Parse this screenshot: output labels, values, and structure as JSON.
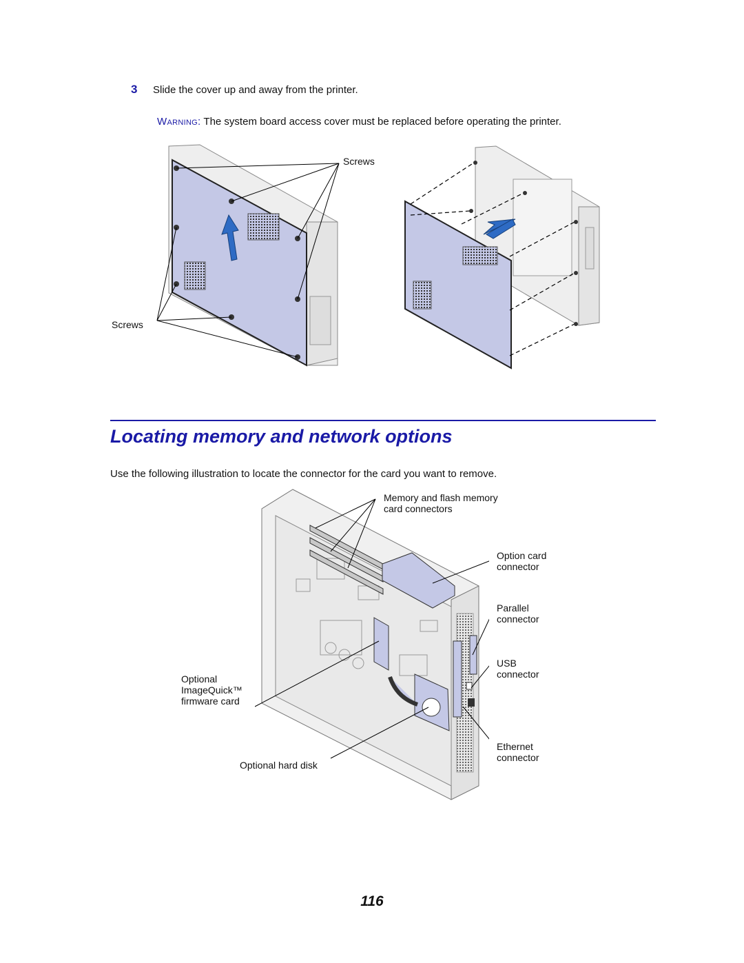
{
  "step": {
    "number": "3",
    "text": "Slide the cover up and away from the printer."
  },
  "warning": {
    "label": "Warning:",
    "text": "The system board access cover must be replaced before operating the printer."
  },
  "figure1": {
    "screws_top_label": "Screws",
    "screws_left_label": "Screws"
  },
  "section": {
    "heading": "Locating memory and network options",
    "intro": "Use the following illustration to locate the connector for the card you want to remove."
  },
  "figure2": {
    "memory_label_1": "Memory and flash memory",
    "memory_label_2": "card connectors",
    "option_card_1": "Option card",
    "option_card_2": "connector",
    "parallel_1": "Parallel",
    "parallel_2": "connector",
    "usb_1": "USB",
    "usb_2": "connector",
    "imagequick_1": "Optional",
    "imagequick_2": "ImageQuick™",
    "imagequick_3": "firmware card",
    "ethernet_1": "Ethernet",
    "ethernet_2": "connector",
    "hard_disk": "Optional hard disk"
  },
  "page_number": "116",
  "colors": {
    "accent": "#1a1aa6",
    "panel": "#c4c8e6",
    "arrow": "#2e6bc4"
  }
}
